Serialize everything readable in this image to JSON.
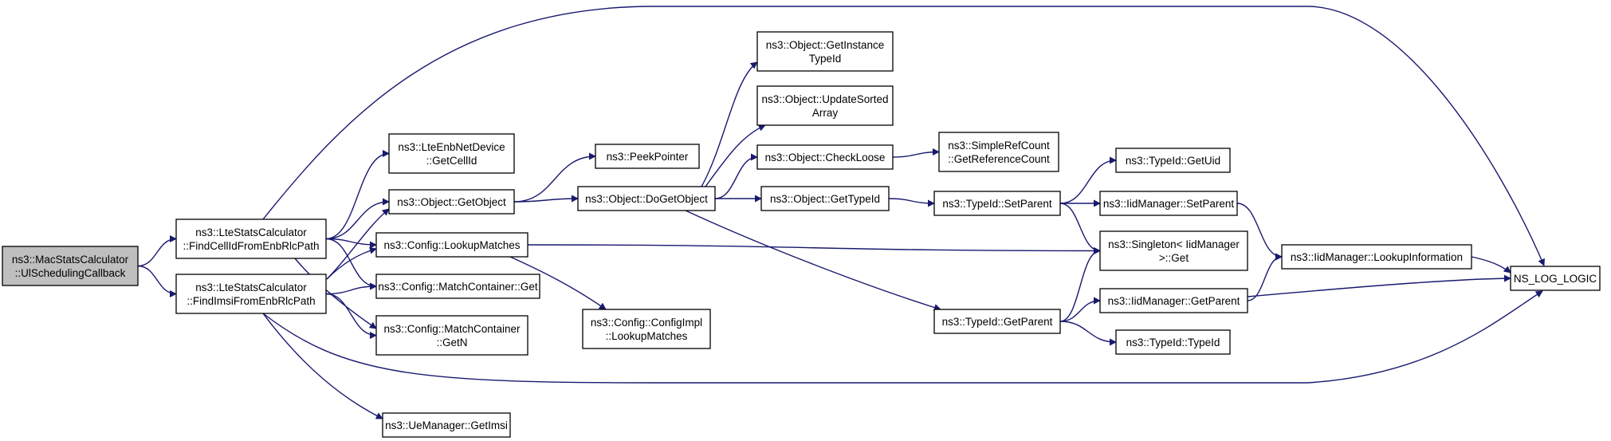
{
  "colors": {
    "edge": "#191970",
    "node_fill": "#ffffff",
    "root_fill": "#bfbfbf",
    "node_border": "#000000"
  },
  "nodes": [
    {
      "id": "n0",
      "lines": [
        "ns3::MacStatsCalculator",
        "::UlSchedulingCallback"
      ],
      "root": true
    },
    {
      "id": "n1",
      "lines": [
        "ns3::LteStatsCalculator",
        "::FindCellIdFromEnbRlcPath"
      ]
    },
    {
      "id": "n2",
      "lines": [
        "ns3::LteStatsCalculator",
        "::FindImsiFromEnbRlcPath"
      ]
    },
    {
      "id": "n3",
      "lines": [
        "NS_LOG_LOGIC"
      ]
    },
    {
      "id": "n4",
      "lines": [
        "ns3::LteEnbNetDevice",
        "::GetCellId"
      ]
    },
    {
      "id": "n5",
      "lines": [
        "ns3::Object::GetObject"
      ]
    },
    {
      "id": "n6",
      "lines": [
        "ns3::Config::LookupMatches"
      ]
    },
    {
      "id": "n7",
      "lines": [
        "ns3::Config::MatchContainer::Get"
      ]
    },
    {
      "id": "n8",
      "lines": [
        "ns3::Config::MatchContainer",
        "::GetN"
      ]
    },
    {
      "id": "n9",
      "lines": [
        "ns3::UeManager::GetImsi"
      ]
    },
    {
      "id": "n10",
      "lines": [
        "ns3::PeekPointer"
      ]
    },
    {
      "id": "n11",
      "lines": [
        "ns3::Object::DoGetObject"
      ]
    },
    {
      "id": "n12",
      "lines": [
        "ns3::Config::ConfigImpl",
        "::LookupMatches"
      ]
    },
    {
      "id": "n13",
      "lines": [
        "ns3::Object::GetInstance",
        "TypeId"
      ]
    },
    {
      "id": "n14",
      "lines": [
        "ns3::Object::UpdateSorted",
        "Array"
      ]
    },
    {
      "id": "n15",
      "lines": [
        "ns3::Object::CheckLoose"
      ]
    },
    {
      "id": "n16",
      "lines": [
        "ns3::Object::GetTypeId"
      ]
    },
    {
      "id": "n17",
      "lines": [
        "ns3::TypeId::GetParent"
      ]
    },
    {
      "id": "n18",
      "lines": [
        "ns3::SimpleRefCount",
        "::GetReferenceCount"
      ]
    },
    {
      "id": "n19",
      "lines": [
        "ns3::TypeId::SetParent"
      ]
    },
    {
      "id": "n20",
      "lines": [
        "ns3::TypeId::GetUid"
      ]
    },
    {
      "id": "n21",
      "lines": [
        "ns3::IidManager::SetParent"
      ]
    },
    {
      "id": "n22",
      "lines": [
        "ns3::Singleton< IidManager",
        ">::Get"
      ]
    },
    {
      "id": "n23",
      "lines": [
        "ns3::IidManager::GetParent"
      ]
    },
    {
      "id": "n24",
      "lines": [
        "ns3::TypeId::TypeId"
      ]
    },
    {
      "id": "n25",
      "lines": [
        "ns3::IidManager::LookupInformation"
      ]
    }
  ],
  "edges": [
    [
      "n0",
      "n1"
    ],
    [
      "n0",
      "n2"
    ],
    [
      "n1",
      "n3"
    ],
    [
      "n1",
      "n4"
    ],
    [
      "n1",
      "n5"
    ],
    [
      "n1",
      "n6"
    ],
    [
      "n1",
      "n7"
    ],
    [
      "n1",
      "n8"
    ],
    [
      "n2",
      "n3"
    ],
    [
      "n2",
      "n5"
    ],
    [
      "n2",
      "n6"
    ],
    [
      "n2",
      "n7"
    ],
    [
      "n2",
      "n8"
    ],
    [
      "n2",
      "n9"
    ],
    [
      "n5",
      "n10"
    ],
    [
      "n5",
      "n11"
    ],
    [
      "n6",
      "n22"
    ],
    [
      "n6",
      "n12"
    ],
    [
      "n11",
      "n13"
    ],
    [
      "n11",
      "n14"
    ],
    [
      "n11",
      "n15"
    ],
    [
      "n11",
      "n16"
    ],
    [
      "n11",
      "n17"
    ],
    [
      "n15",
      "n18"
    ],
    [
      "n16",
      "n19"
    ],
    [
      "n19",
      "n20"
    ],
    [
      "n19",
      "n21"
    ],
    [
      "n19",
      "n22"
    ],
    [
      "n17",
      "n22"
    ],
    [
      "n17",
      "n23"
    ],
    [
      "n17",
      "n24"
    ],
    [
      "n21",
      "n25"
    ],
    [
      "n23",
      "n3"
    ],
    [
      "n23",
      "n25"
    ],
    [
      "n25",
      "n3"
    ]
  ]
}
